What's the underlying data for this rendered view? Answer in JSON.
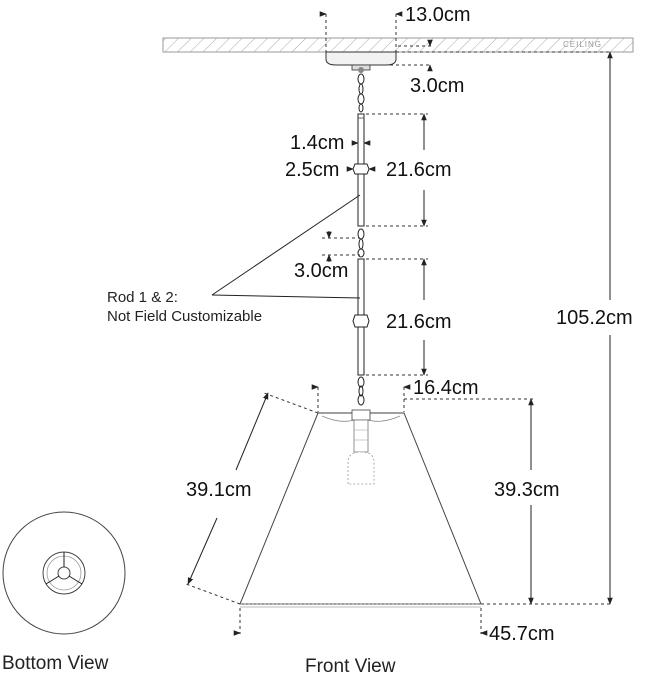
{
  "ceiling_label": "CEILING",
  "dimensions": {
    "canopy_width": "13.0cm",
    "canopy_height": "3.0cm",
    "link_length": "1.4cm",
    "ball_diameter": "2.5cm",
    "rod1_length": "21.6cm",
    "chain_gap": "3.0cm",
    "rod2_length": "21.6cm",
    "shade_top": "16.4cm",
    "overall_height": "105.2cm",
    "shade_slant": "39.1cm",
    "shade_height": "39.3cm",
    "shade_bottom": "45.7cm"
  },
  "note": {
    "line1": "Rod 1 & 2:",
    "line2": "Not Field Customizable"
  },
  "captions": {
    "bottom_view": "Bottom View",
    "front_view": "Front View"
  }
}
